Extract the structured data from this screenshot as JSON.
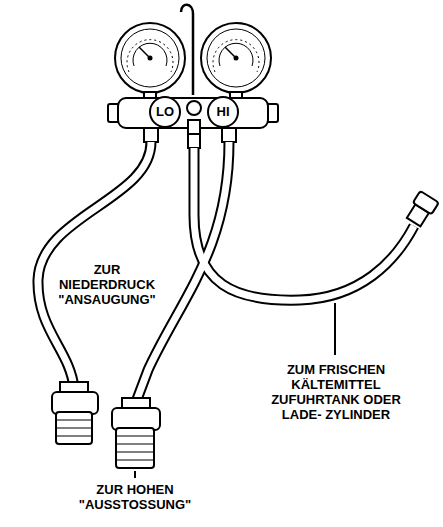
{
  "diagram": {
    "labels": [
      "LO",
      "HI",
      "ZUR NIEDERDRUCK \"ANSAUGUNG\"",
      "ZUM FRISCHEN KÄLTEMITTEL ZUFUHRTANK ODER LADE- ZYLINDER",
      "ZUR HOHEN \"AUSSTOSSUNG\""
    ]
  }
}
